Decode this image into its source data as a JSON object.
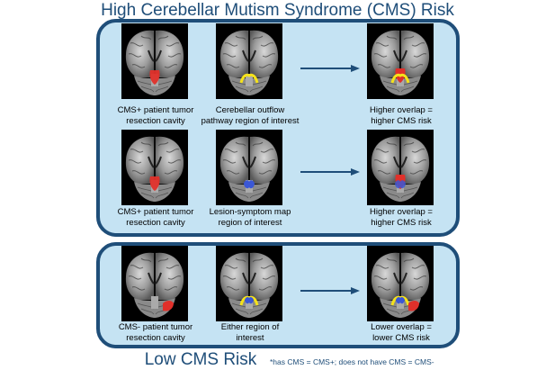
{
  "high_title": "High Cerebellar Mutism Syndrome (CMS) Risk",
  "low_title": "Low CMS Risk",
  "footnote": "*has CMS = CMS+; does not have CMS = CMS-",
  "row1": {
    "cap1": [
      "CMS+ patient tumor",
      "resection cavity"
    ],
    "cap2": [
      "Cerebellar outflow",
      "pathway region of interest"
    ],
    "cap3": [
      "Higher overlap =",
      "higher CMS risk"
    ]
  },
  "row2": {
    "cap1": [
      "CMS+ patient tumor",
      "resection cavity"
    ],
    "cap2": [
      "Lesion-symptom map",
      "region of interest"
    ],
    "cap3": [
      "Higher overlap =",
      "higher CMS risk"
    ]
  },
  "row3": {
    "cap1": [
      "CMS- patient tumor",
      "resection cavity"
    ],
    "cap2": [
      "Either region of",
      "interest"
    ],
    "cap3": [
      "Lower overlap =",
      "lower CMS risk"
    ]
  },
  "colors": {
    "panel_border": "#1f4e79",
    "panel_fill": "#c5e3f3",
    "lesion": "#e0302a",
    "outflow_roi": "#f5e21b",
    "lsm_roi": "#3a57d6"
  }
}
